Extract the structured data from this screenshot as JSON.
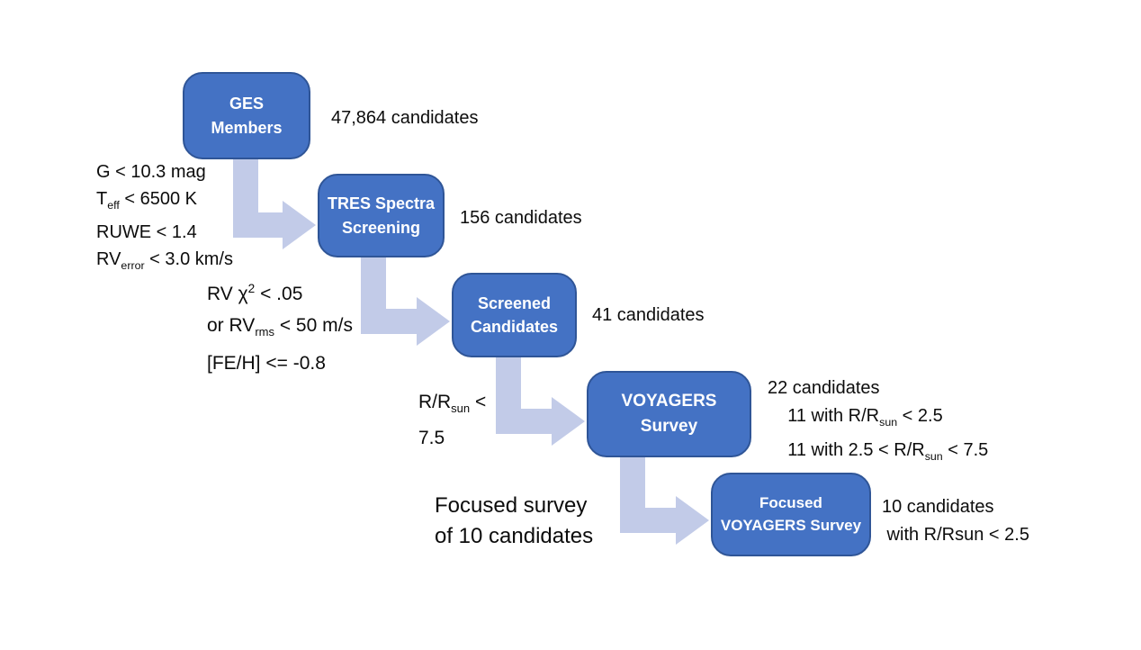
{
  "diagram": {
    "description": "Survey candidate selection flowchart",
    "colors": {
      "box_fill": "#4472C4",
      "box_border": "#2F5597",
      "box_text": "#FFFFFF",
      "arrow_fill": "#C2CBE8",
      "annotation_text": "#0C0C0C",
      "background": "#FFFFFF"
    },
    "boxes": [
      {
        "label": "GES\nMembers"
      },
      {
        "label": "TRES Spectra\nScreening"
      },
      {
        "label": "Screened\nCandidates"
      },
      {
        "label": "VOYAGERS\nSurvey"
      },
      {
        "label": "Focused\nVOYAGERS Survey"
      }
    ],
    "counts": [
      {
        "text": "47,864 candidates"
      },
      {
        "text": "156 candidates"
      },
      {
        "text": "41 candidates"
      },
      {
        "html": "22 candidates<br>&nbsp;&nbsp;&nbsp;&nbsp;11 with R/R<sub>sun</sub> &lt; 2.5<br>&nbsp;&nbsp;&nbsp;&nbsp;11 with 2.5 &lt; R/R<sub>sun</sub> &lt; 7.5"
      },
      {
        "html": "10 candidates<br>&nbsp;with R/Rsun &lt; 2.5"
      }
    ],
    "criteria": [
      {
        "html": "G &lt; 10.3 mag<br>T<sub>eff</sub> &lt; 6500 K<br>RUWE &lt; 1.4<br>RV<sub>error</sub> &lt; 3.0 km/s"
      },
      {
        "html": "RV χ<sup>2</sup> &lt; .05<br>or RV<sub>rms</sub> &lt; 50 m/s<br>[FE/H] &lt;= -0.8"
      },
      {
        "html": "R/R<sub>sun</sub> &lt;<br>7.5"
      },
      {
        "html": "Focused survey<br>of 10 candidates"
      }
    ]
  }
}
